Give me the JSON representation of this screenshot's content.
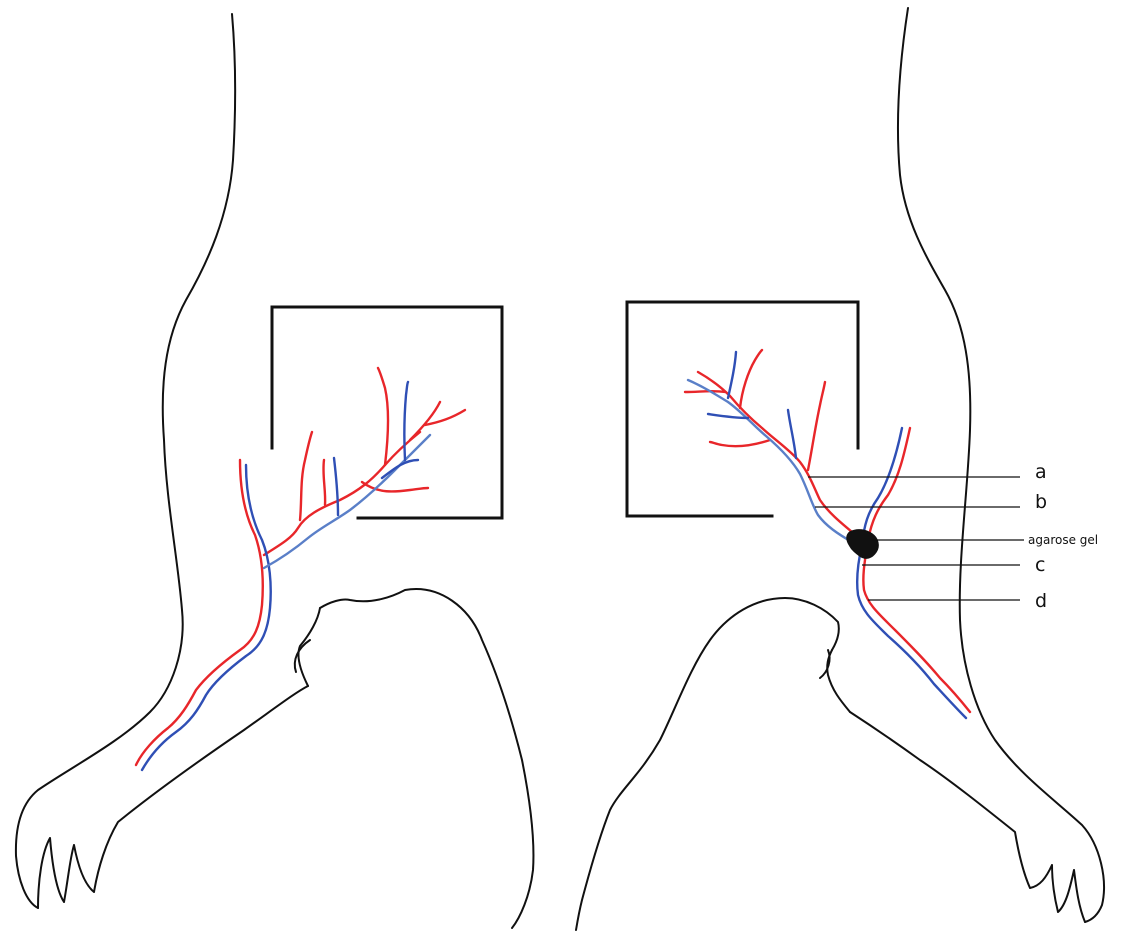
{
  "colors": {
    "artery": "#e8262a",
    "vein": "#2f4fb5",
    "vein_light": "#5a7fc8",
    "outline": "#111111",
    "gel": "#111111"
  },
  "labels": {
    "a": "a",
    "b": "b",
    "gel": "agarose gel",
    "c": "c",
    "d": "d"
  }
}
